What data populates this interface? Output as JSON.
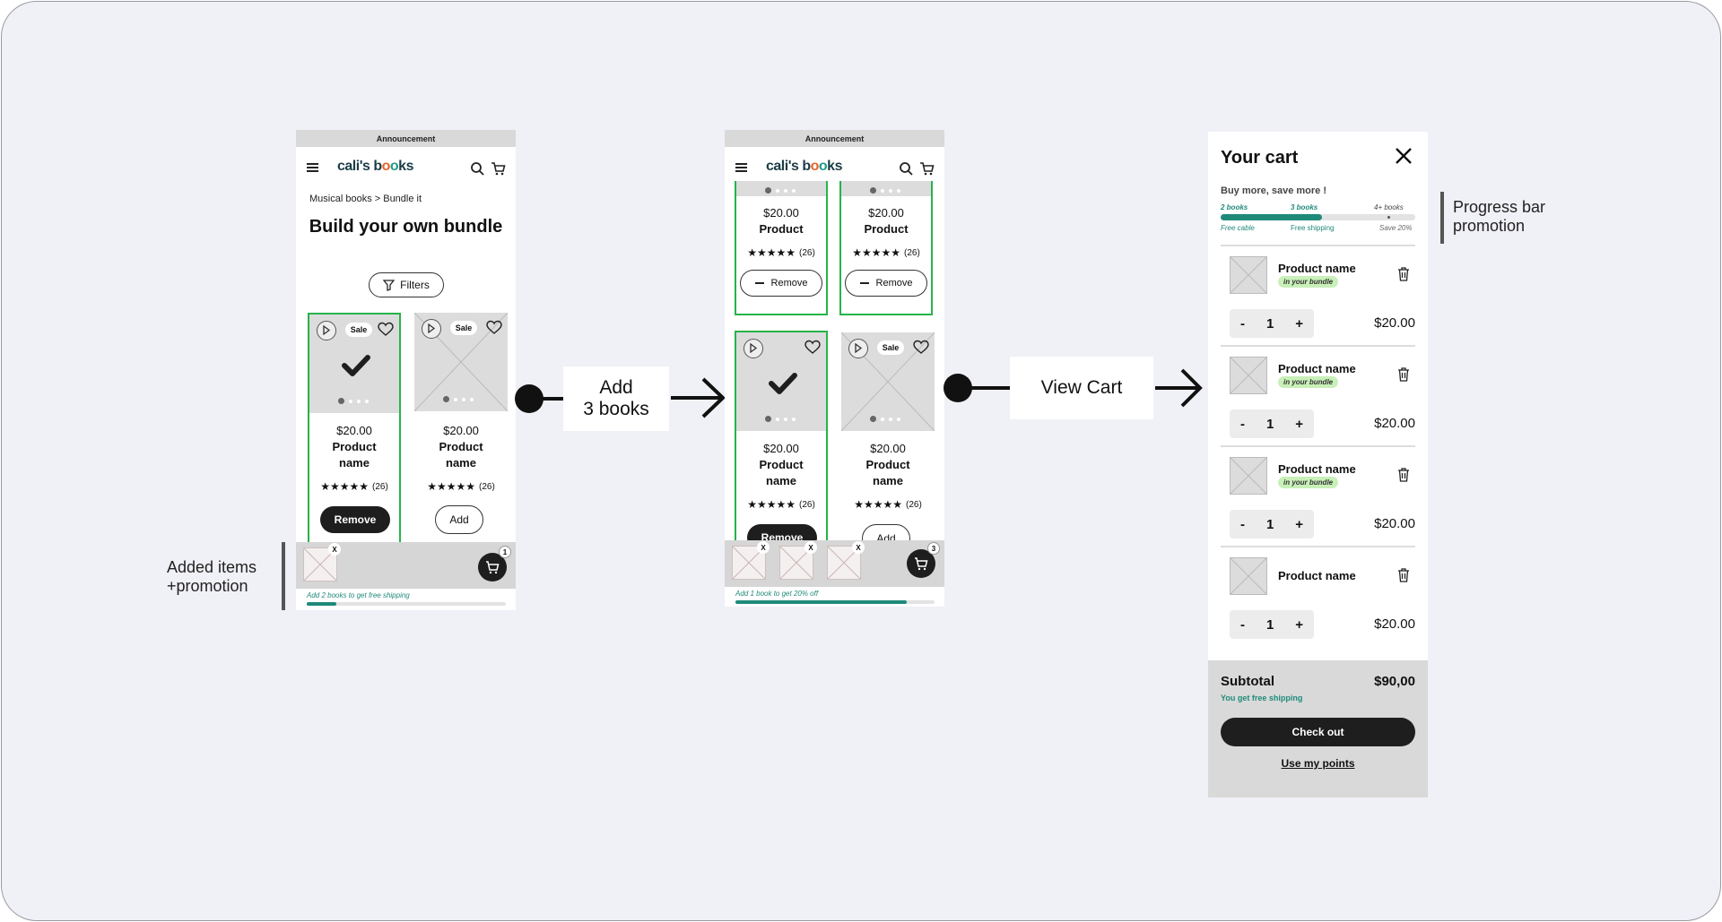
{
  "colors": {
    "background": "#f0f0f7",
    "selected_border": "#27b34a",
    "teal": "#1f8a7a",
    "dark_button": "#1e1e1e",
    "badge_green": "#c8f0b8"
  },
  "screen1": {
    "announcement": "Announcement",
    "logo": {
      "part1": "cali's b",
      "o1": "o",
      "o2": "o",
      "part2": "ks"
    },
    "breadcrumb": "Musical books > Bundle it",
    "title": "Build your own bundle",
    "filters_label": "Filters",
    "cards": [
      {
        "sale": "Sale",
        "price": "$20.00",
        "name_line1": "Product",
        "name_line2": "name",
        "stars": "★★★★★",
        "count": "(26)",
        "button": "Remove",
        "selected": true
      },
      {
        "sale": "Sale",
        "price": "$20.00",
        "name_line1": "Product",
        "name_line2": "name",
        "stars": "★★★★★",
        "count": "(26)",
        "button": "Add",
        "selected": false
      }
    ],
    "tray": {
      "badge": "1",
      "close": "X"
    },
    "promo": {
      "text": "Add 2 books to get free shipping",
      "progress": 0.15
    }
  },
  "flow1_label": {
    "line1": "Add",
    "line2": "3 books"
  },
  "screen2": {
    "announcement": "Announcement",
    "top_cards": [
      {
        "price": "$20.00",
        "name": "Product",
        "stars": "★★★★★",
        "count": "(26)",
        "button": "Remove"
      },
      {
        "price": "$20.00",
        "name": "Product",
        "stars": "★★★★★",
        "count": "(26)",
        "button": "Remove"
      }
    ],
    "cards": [
      {
        "price": "$20.00",
        "name_line1": "Product",
        "name_line2": "name",
        "stars": "★★★★★",
        "count": "(26)",
        "button": "Remove",
        "selected": true
      },
      {
        "sale": "Sale",
        "price": "$20.00",
        "name_line1": "Product",
        "name_line2": "name",
        "stars": "★★★★★",
        "count": "(26)",
        "button": "Add",
        "selected": false
      }
    ],
    "tray": {
      "badge": "3",
      "close": "X"
    },
    "promo": {
      "text": "Add 1 book to get 20% off",
      "progress": 0.86
    }
  },
  "flow2_label": "View Cart",
  "cart": {
    "title": "Your cart",
    "subtitle": "Buy more, save more !",
    "progress": {
      "tiers": [
        {
          "label": "2 books",
          "reward": "Free cable"
        },
        {
          "label": "3 books",
          "reward": "Free shipping"
        },
        {
          "label": "4+ books",
          "reward": "Save 20%"
        }
      ],
      "fill": 0.52
    },
    "items": [
      {
        "name": "Product name",
        "tag": "in your bundle",
        "qty": "1",
        "price": "$20.00"
      },
      {
        "name": "Product name",
        "tag": "in your bundle",
        "qty": "1",
        "price": "$20.00"
      },
      {
        "name": "Product name",
        "tag": "in your bundle",
        "qty": "1",
        "price": "$20.00"
      },
      {
        "name": "Product name",
        "tag": "",
        "qty": "1",
        "price": "$20.00"
      }
    ],
    "stepper": {
      "minus": "-",
      "plus": "+"
    },
    "subtotal_label": "Subtotal",
    "subtotal_value": "$90,00",
    "shipping_note": "You get free shipping",
    "checkout": "Check out",
    "points": "Use my points"
  },
  "annotations": {
    "added": {
      "line1": "Added items",
      "line2": "+promotion"
    },
    "progress": {
      "line1": "Progress bar",
      "line2": "promotion"
    }
  }
}
